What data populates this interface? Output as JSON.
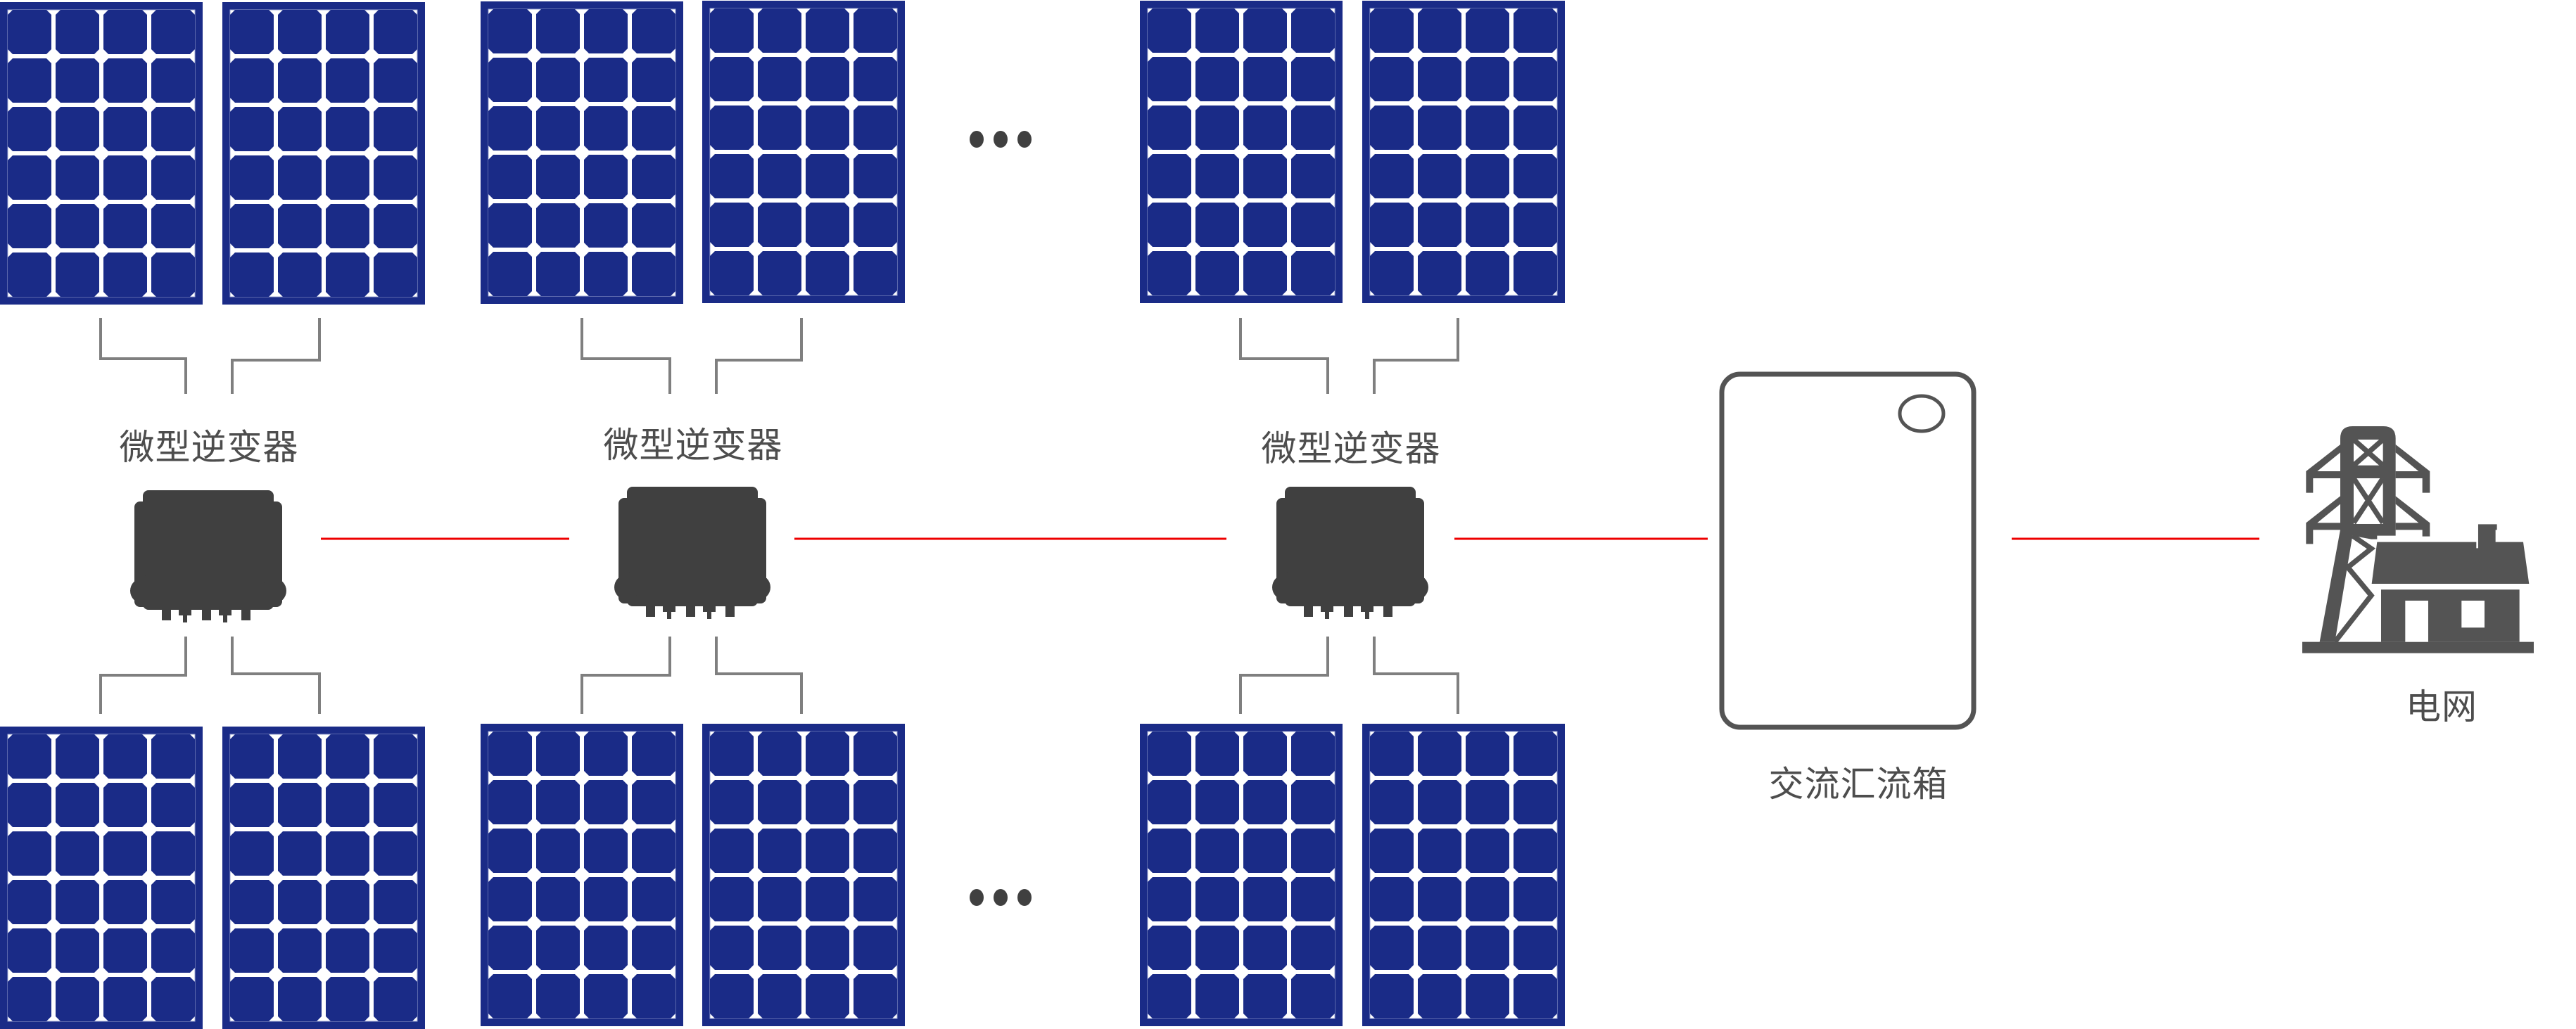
{
  "diagram": {
    "title": "Microinverter PV system wiring",
    "colors": {
      "panel_frame": "#1a2b87",
      "panel_grid": "#ffffff",
      "wire": "#7f7f7f",
      "ac_line": "#ee0000",
      "device": "#404040",
      "icon": "#545454",
      "text": "#4d4d4d"
    },
    "inverters": [
      {
        "label": "微型逆变器"
      },
      {
        "label": "微型逆变器"
      },
      {
        "label": "微型逆变器"
      }
    ],
    "panels_per_inverter": 4,
    "panel_cells": {
      "cols": 4,
      "rows": 6
    },
    "ellipsis": [
      "•••",
      "•••"
    ],
    "combiner_box": {
      "label": "交流汇流箱"
    },
    "grid": {
      "label": "电网"
    }
  }
}
